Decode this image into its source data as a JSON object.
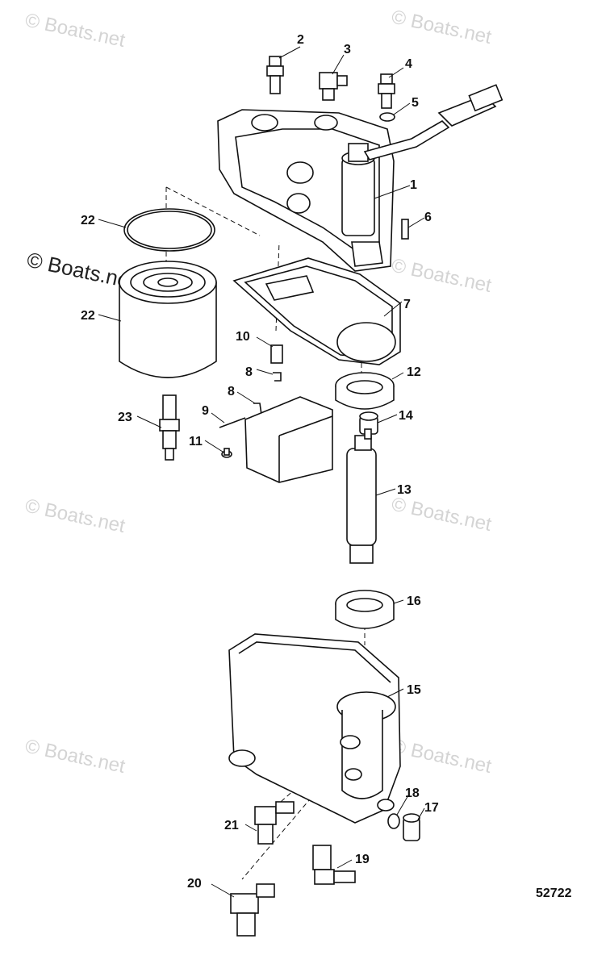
{
  "watermark": "© Boats.net",
  "drawing_number": "52722",
  "callouts": {
    "c1": "1",
    "c2": "2",
    "c3": "3",
    "c4": "4",
    "c5": "5",
    "c6": "6",
    "c7": "7",
    "c8a": "8",
    "c8b": "8",
    "c9": "9",
    "c10": "10",
    "c11": "11",
    "c12": "12",
    "c13": "13",
    "c14": "14",
    "c15": "15",
    "c16": "16",
    "c17": "17",
    "c18": "18",
    "c19": "19",
    "c20": "20",
    "c21": "21",
    "c22a": "22",
    "c22b": "22",
    "c23": "23"
  }
}
